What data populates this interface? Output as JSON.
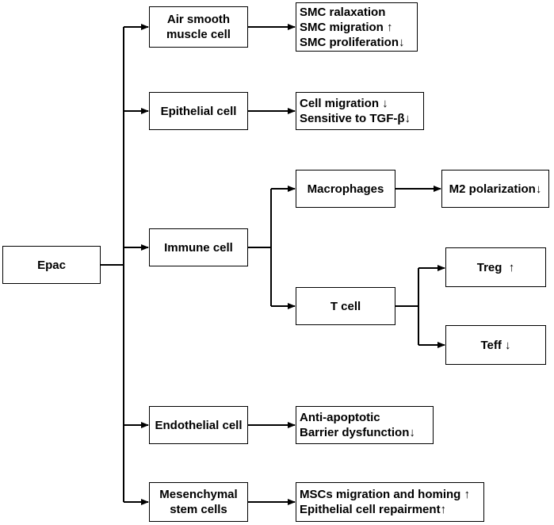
{
  "root": {
    "label": "Epac"
  },
  "cells": {
    "air_smooth_muscle": {
      "lines": [
        "Air smooth",
        "muscle cell"
      ]
    },
    "epithelial": {
      "label": "Epithelial cell"
    },
    "immune": {
      "label": "Immune cell"
    },
    "endothelial": {
      "label": "Endothelial cell"
    },
    "mesenchymal": {
      "lines": [
        "Mesenchymal",
        "stem cells"
      ]
    }
  },
  "immune_branches": {
    "macrophages": {
      "label": "Macrophages"
    },
    "t_cell": {
      "label": "T cell"
    }
  },
  "effects": {
    "air_smooth_muscle": [
      "SMC ralaxation",
      "SMC migration ↑",
      "SMC proliferation↓"
    ],
    "epithelial": [
      "Cell migration ↓",
      "Sensitive to TGF-β↓"
    ],
    "macrophages": [
      "M2 polarization↓"
    ],
    "t_cell_treg": [
      "Treg  ↑"
    ],
    "t_cell_teff": [
      "Teff ↓"
    ],
    "endothelial": [
      "Anti-apoptotic",
      "Barrier dysfunction↓"
    ],
    "mesenchymal": [
      "MSCs migration and homing ↑",
      "Epithelial cell repairment↑"
    ]
  }
}
